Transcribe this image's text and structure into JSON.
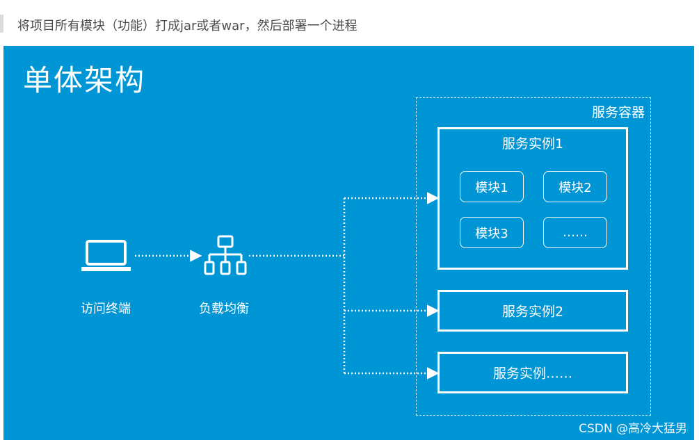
{
  "header": {
    "text": "将项目所有模块（功能）打成jar或者war，然后部署一个进程"
  },
  "diagram": {
    "title": "单体架构",
    "client_label": "访问终端",
    "load_balancer_label": "负载均衡",
    "container_label": "服务容器",
    "instances": [
      {
        "label": "服务实例1",
        "modules": [
          "模块1",
          "模块2",
          "模块3",
          "……"
        ]
      },
      {
        "label": "服务实例2"
      },
      {
        "label": "服务实例……"
      }
    ]
  },
  "watermark": "CSDN @高冷大猛男",
  "colors": {
    "panel_background": "#0095d4",
    "foreground": "#ffffff",
    "header_text": "#4d4d4d",
    "quote_bar": "#dcdcdc"
  },
  "icons": {
    "client": "laptop-icon",
    "load_balancer": "network-hierarchy-icon"
  }
}
